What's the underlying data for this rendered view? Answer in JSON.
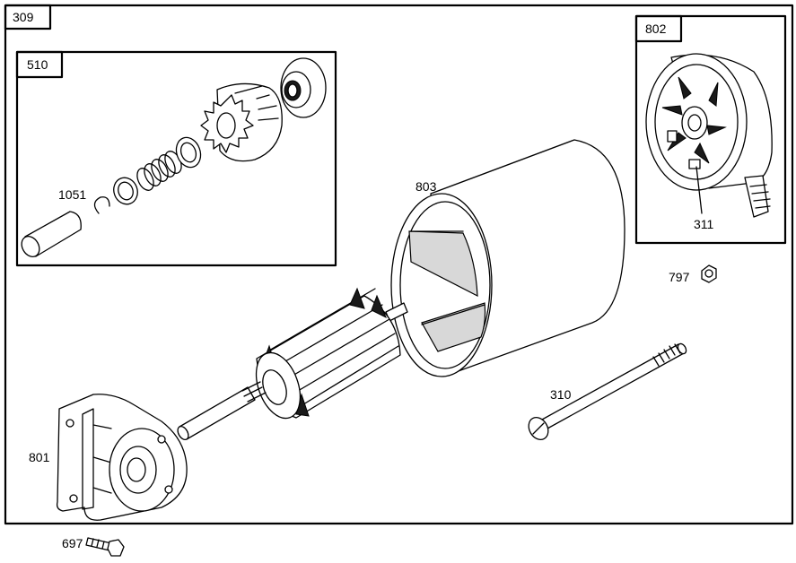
{
  "callouts": {
    "main_assembly": "309",
    "drive_kit": "510",
    "end_cap": "802",
    "housing": "803",
    "retaining_ring": "1051",
    "brush": "311",
    "nut": "797",
    "through_bolt": "310",
    "mounting_bracket": "801",
    "bolt": "697"
  }
}
